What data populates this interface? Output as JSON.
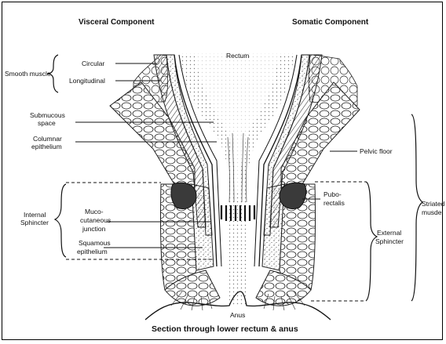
{
  "headers": {
    "visceral": "Visceral Component",
    "somatic": "Somatic Component"
  },
  "labels": {
    "rectum": "Rectum",
    "smooth_muscle": "Smooth muscle",
    "circular": "Circular",
    "longitudinal": "Longitudinal",
    "submucous_space_1": "Submucous",
    "submucous_space_2": "space",
    "columnar_1": "Columnar",
    "columnar_2": "epithelium",
    "internal_sphincter_1": "Internal",
    "internal_sphincter_2": "Sphincter",
    "mucocutaneous_1": "Muco-",
    "mucocutaneous_2": "cutaneous",
    "mucocutaneous_3": "junction",
    "squamous_1": "Squamous",
    "squamous_2": "epithelium",
    "pelvic_floor": "Pelvic floor",
    "puborectalis_1": "Pubo-",
    "puborectalis_2": "rectalis",
    "external_sphincter_1": "External",
    "external_sphincter_2": "Sphincter",
    "striated_muscle_1": "Striated",
    "striated_muscle_2": "musde",
    "anus": "Anus"
  },
  "caption": "Section through lower rectum & anus",
  "colors": {
    "ink": "#111111",
    "paper": "#ffffff",
    "puborectalis_fill": "#3a3a3a"
  }
}
